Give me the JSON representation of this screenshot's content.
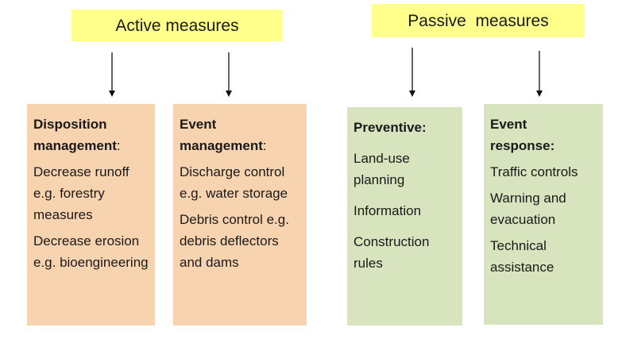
{
  "headers": {
    "active": "Active measures",
    "passive": "Passive  measures"
  },
  "boxes": {
    "disposition": {
      "title_line1": "Disposition",
      "title_line2": "management",
      "title_suffix": ":",
      "items": [
        "Decrease runoff e.g. forestry measures",
        "Decrease erosion e.g. bioengineering"
      ]
    },
    "event_management": {
      "title_line1": "Event",
      "title_line2": "management",
      "title_suffix": ":",
      "items": [
        "Discharge control e.g. water storage",
        "Debris control e.g. debris deflectors and dams"
      ]
    },
    "preventive": {
      "title": "Preventive:",
      "items": [
        "Land-use planning",
        "Information",
        "Construction rules"
      ]
    },
    "event_response": {
      "title_line1": "Event",
      "title_line2": "response:",
      "items": [
        "Traffic controls",
        "Warning and evacuation",
        "Technical assistance"
      ]
    }
  },
  "colors": {
    "header_fill": "#ffff8c",
    "active_box_fill": "#f8d3b0",
    "passive_box_fill": "#d7e4bd"
  }
}
